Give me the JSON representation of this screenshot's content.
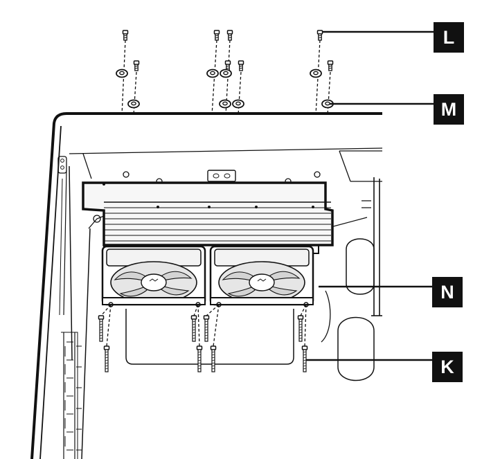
{
  "callouts": [
    {
      "id": "L",
      "label": "L"
    },
    {
      "id": "M",
      "label": "M"
    },
    {
      "id": "N",
      "label": "N"
    },
    {
      "id": "K",
      "label": "K"
    }
  ],
  "colors": {
    "line": "#111111",
    "background": "#ffffff",
    "callout_fill": "#111111",
    "callout_text": "#ffffff",
    "fan_gray": "#dcdcdc",
    "radiator_fill": "#f2f2f2"
  },
  "icons": [
    "screw-icon",
    "washer-icon",
    "fan-icon",
    "radiator-icon",
    "long-screw-icon"
  ]
}
